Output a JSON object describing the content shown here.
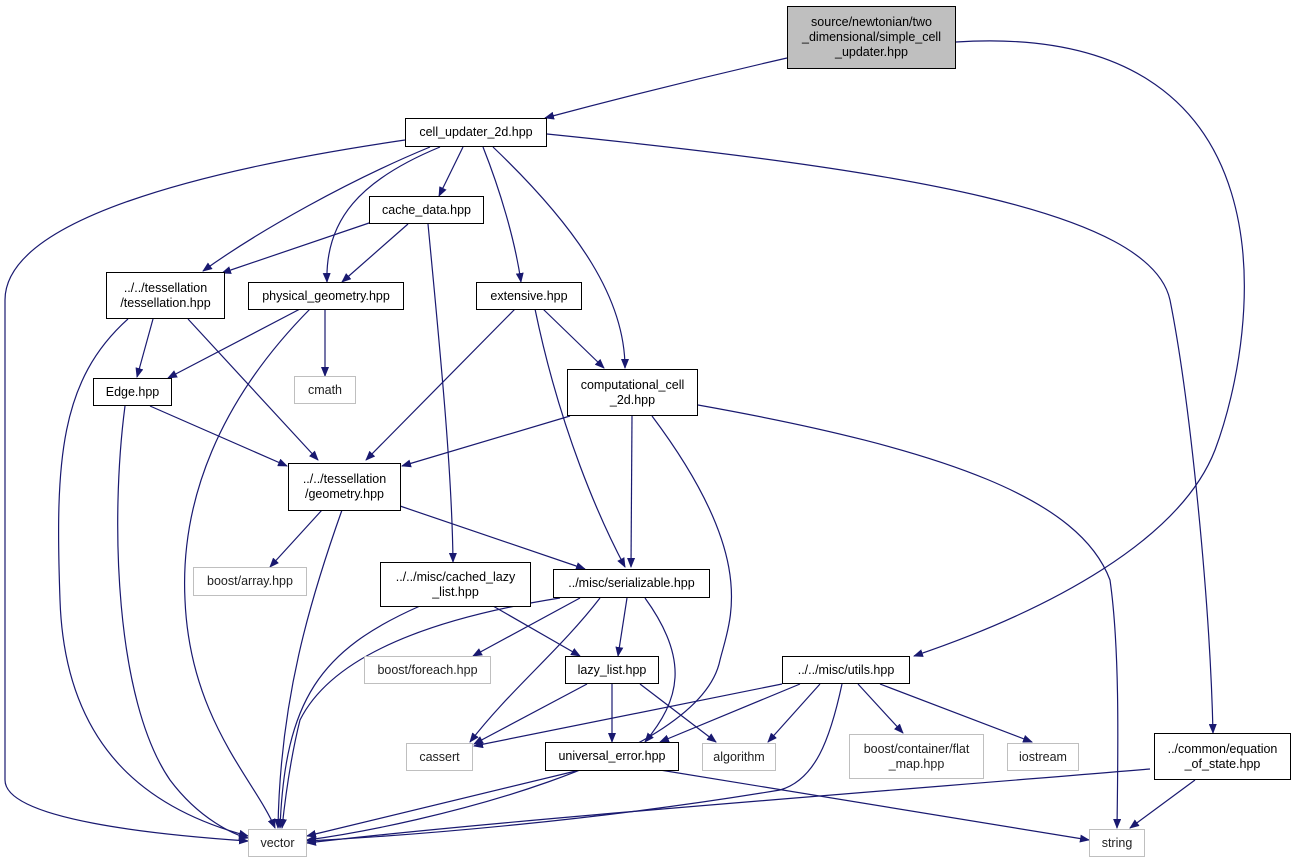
{
  "colors": {
    "edge": "#191970",
    "node_border": "#000000",
    "external_border": "#bfbfbf",
    "root_fill": "#bfbfbf"
  },
  "nodes": {
    "simple_cell_updater": "source/newtonian/two\n_dimensional/simple_cell\n_updater.hpp",
    "cell_updater_2d": "cell_updater_2d.hpp",
    "cache_data": "cache_data.hpp",
    "tessellation": "../../tessellation\n/tessellation.hpp",
    "physical_geometry": "physical_geometry.hpp",
    "extensive": "extensive.hpp",
    "cmath": "cmath",
    "computational_cell": "computational_cell\n_2d.hpp",
    "edge": "Edge.hpp",
    "geometry": "../../tessellation\n/geometry.hpp",
    "boost_array": "boost/array.hpp",
    "cached_lazy_list": "../../misc/cached_lazy\n_list.hpp",
    "serializable": "../misc/serializable.hpp",
    "boost_foreach": "boost/foreach.hpp",
    "lazy_list": "lazy_list.hpp",
    "utils": "../../misc/utils.hpp",
    "cassert": "cassert",
    "universal_error": "universal_error.hpp",
    "algorithm": "algorithm",
    "flat_map": "boost/container/flat\n_map.hpp",
    "iostream": "iostream",
    "equation_of_state": "../common/equation\n_of_state.hpp",
    "vector": "vector",
    "string": "string"
  }
}
